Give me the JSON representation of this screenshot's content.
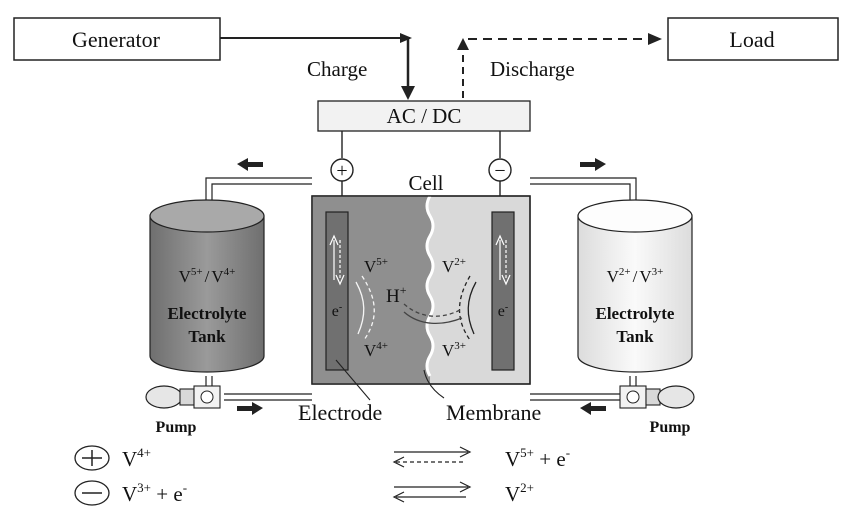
{
  "boxes": {
    "generator": "Generator",
    "load": "Load",
    "acdc": "AC / DC"
  },
  "flow": {
    "charge": "Charge",
    "discharge": "Discharge"
  },
  "cell": {
    "title": "Cell",
    "left_ion_top": "V",
    "left_ion_top_sup": "5+",
    "left_ion_bottom": "V",
    "left_ion_bottom_sup": "4+",
    "right_ion_top": "V",
    "right_ion_top_sup": "2+",
    "right_ion_bottom": "V",
    "right_ion_bottom_sup": "3+",
    "proton": "H",
    "proton_sup": "+",
    "electron_left": "e",
    "electron_left_sup": "-",
    "electron_right": "e",
    "electron_right_sup": "-",
    "electrode_label": "Electrode",
    "membrane_label": "Membrane"
  },
  "tanks": {
    "left": {
      "species_a": "V",
      "species_a_sup": "5+",
      "sep": "/",
      "species_b": "V",
      "species_b_sup": "4+",
      "line1": "Electrolyte",
      "line2": "Tank"
    },
    "right": {
      "species_a": "V",
      "species_a_sup": "2+",
      "sep": "/",
      "species_b": "V",
      "species_b_sup": "3+",
      "line1": "Electrolyte",
      "line2": "Tank"
    }
  },
  "pumps": {
    "left": "Pump",
    "right": "Pump"
  },
  "terminals": {
    "positive": "+",
    "negative": "−"
  },
  "legend": {
    "pos_left": "V",
    "pos_left_sup": "4+",
    "pos_right": "V",
    "pos_right_sup": "5+",
    "pos_right_tail": " + e",
    "pos_right_tail_sup": "-",
    "neg_left": "V",
    "neg_left_sup": "3+",
    "neg_left_tail": " + e",
    "neg_left_tail_sup": "-",
    "neg_right": "V",
    "neg_right_sup": "2+"
  },
  "colors": {
    "line": "#222222",
    "tank_left": "#8a8a8a",
    "tank_right": "#f0f0f0",
    "cell_left": "#8f8f8f",
    "cell_right": "#d9d9d9",
    "electrode": "#707070",
    "acdc_fill": "#f2f2f2"
  }
}
